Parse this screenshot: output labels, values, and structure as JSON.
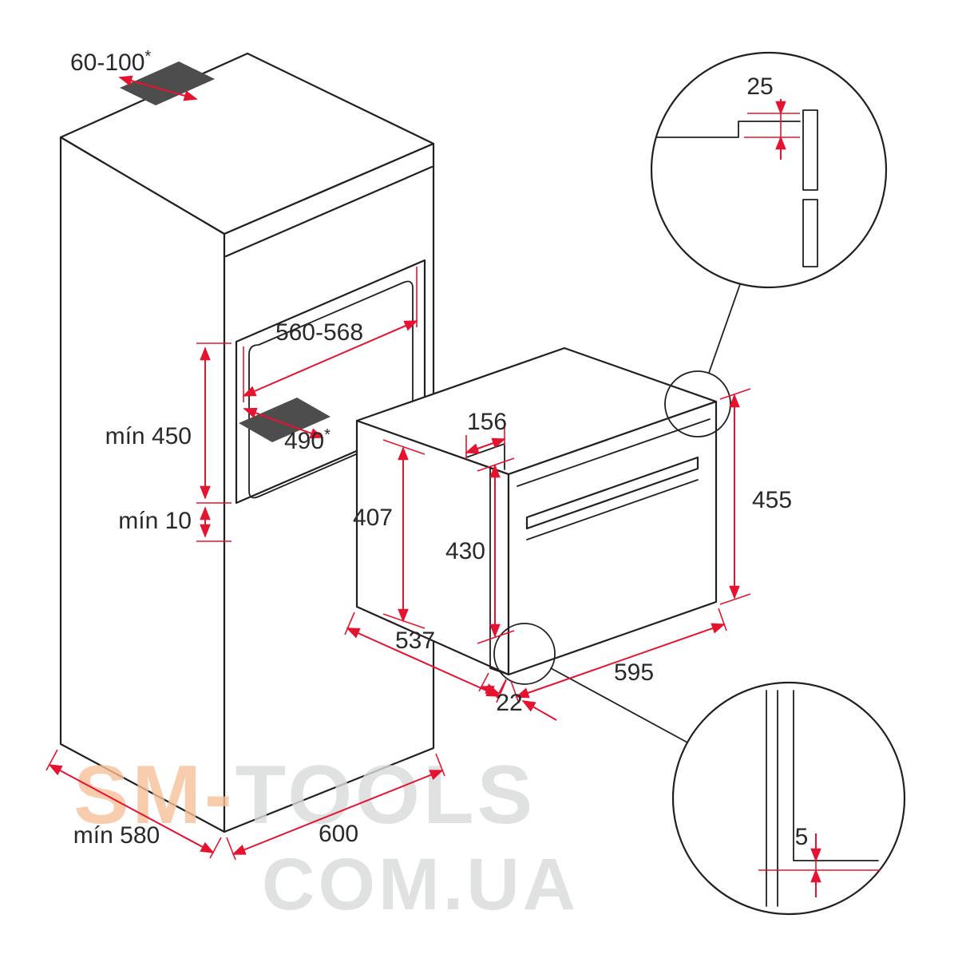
{
  "labels": {
    "vent": "60-100",
    "vent_sup": "*",
    "niche_width": "560-568",
    "niche_height": "mín 450",
    "niche_depth": "490",
    "niche_depth_sup": "*",
    "bottom_clearance": "mín 10",
    "cabinet_depth": "mín 580",
    "cabinet_width": "600",
    "top_recess": "156",
    "body_height": "407",
    "inner_height": "430",
    "front_height": "455",
    "body_depth": "537",
    "front_width": "595",
    "frame_overhang": "22",
    "detail_top_gap": "25",
    "detail_bottom_gap": "5"
  },
  "watermark": {
    "part1": "SM-",
    "part2": "TOOLS",
    "line2": "COM.UA"
  },
  "colors": {
    "dimension_red": "#e5132f",
    "line_black": "#231f20",
    "shade_dark": "#4d4d4d",
    "watermark_orange": "#f5c09a",
    "watermark_gray": "#d8d9da"
  }
}
